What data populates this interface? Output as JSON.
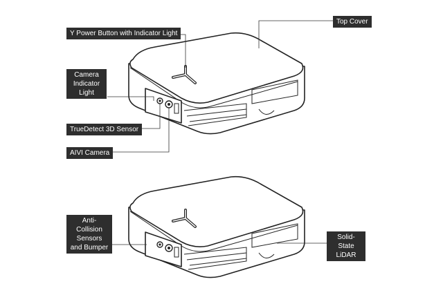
{
  "labels": {
    "power_button": "Y Power Button with Indicator Light",
    "top_cover": "Top Cover",
    "camera_indicator": "Camera Indicator Light",
    "truedetect": "TrueDetect 3D Sensor",
    "aivi_camera": "AIVI Camera",
    "anti_collision": "Anti-Collision Sensors and Bumper",
    "lidar": "Solid-State LiDAR"
  },
  "colors": {
    "label_bg": "#2e2e2e",
    "label_text": "#ffffff",
    "line": "#222222"
  }
}
